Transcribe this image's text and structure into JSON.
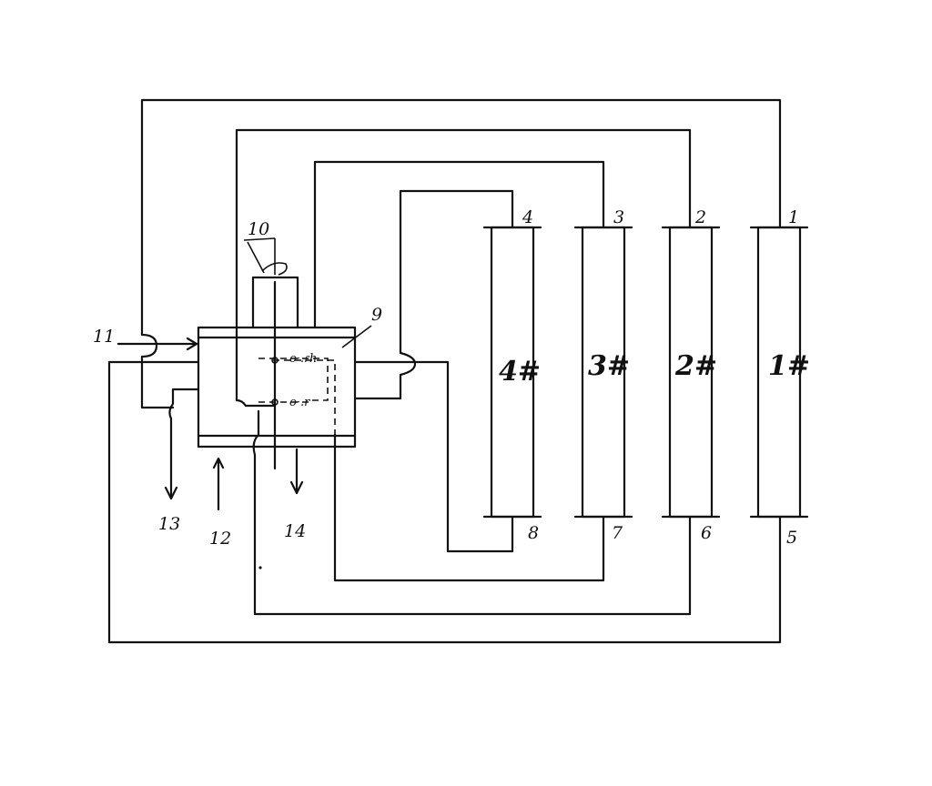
{
  "columns": [
    {
      "id": "col1",
      "name": "1#",
      "top_port": "1",
      "bottom_port": "5"
    },
    {
      "id": "col2",
      "name": "2#",
      "top_port": "2",
      "bottom_port": "6"
    },
    {
      "id": "col3",
      "name": "3#",
      "top_port": "3",
      "bottom_port": "7"
    },
    {
      "id": "col4",
      "name": "4#",
      "top_port": "4",
      "bottom_port": "8"
    }
  ],
  "labels": {
    "valve": "9",
    "rotor": "10",
    "feed_in": "11",
    "eluent_in": "12",
    "raffinate_out": "13",
    "extract_out": "14"
  }
}
